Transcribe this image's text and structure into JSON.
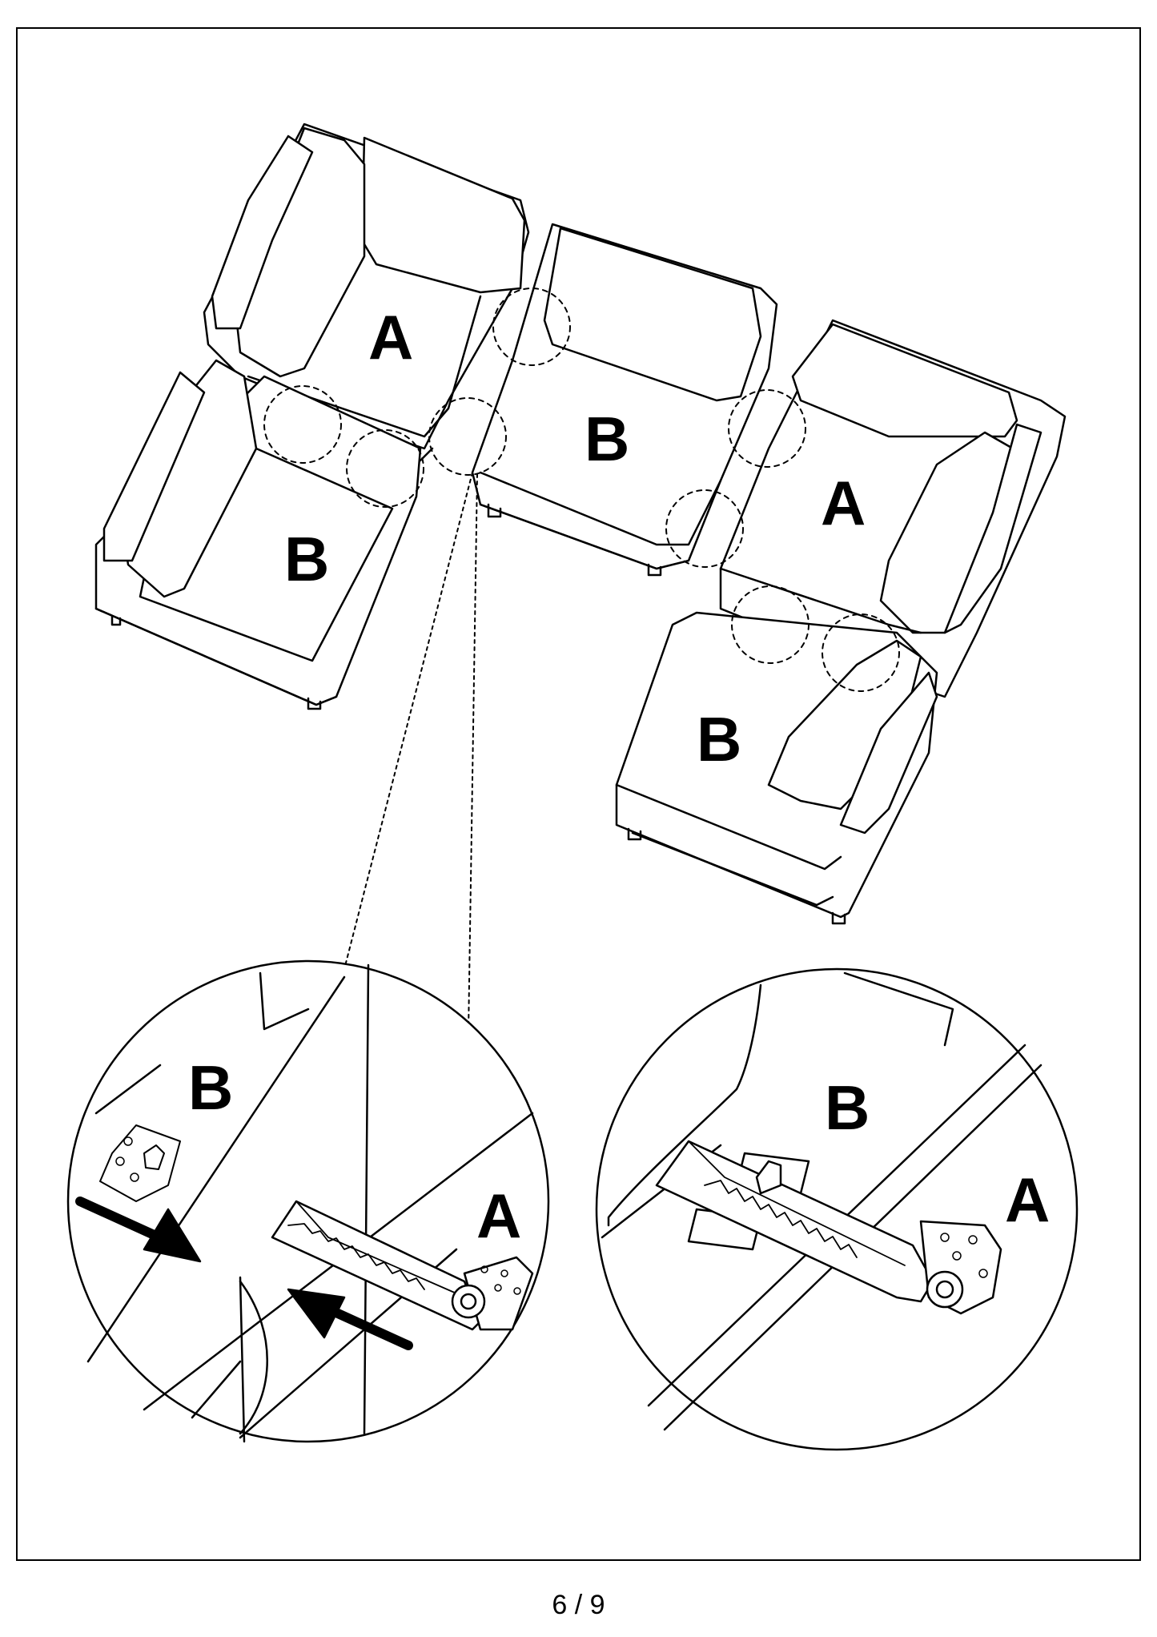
{
  "labels": {
    "top_left_a": "A",
    "mid_left_b": "B",
    "center_b": "B",
    "right_a": "A",
    "bottom_right_b": "B"
  },
  "detail_left": {
    "label_b": "B",
    "label_a": "A"
  },
  "detail_right": {
    "label_b": "B",
    "label_a": "A"
  },
  "page_number": "6 / 9",
  "colors": {
    "ink": "#000000",
    "paper": "#ffffff"
  }
}
